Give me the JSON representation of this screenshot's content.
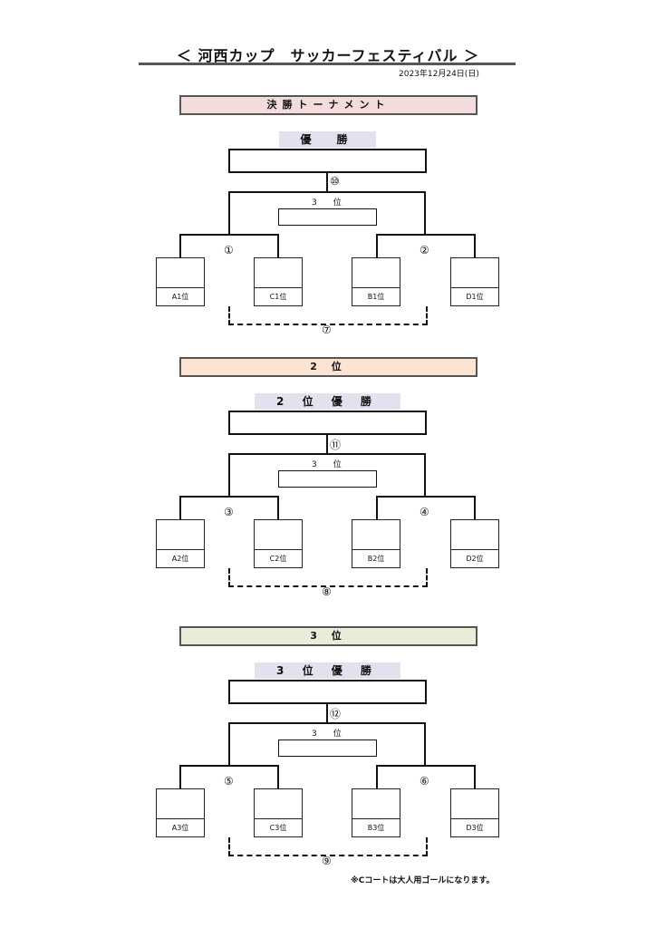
{
  "title": "＜ 河西カップ　サッカーフェスティバル ＞",
  "date": "2023年12月24日(日)",
  "sections": [
    {
      "header": "決勝トーナメント",
      "header_color": "#f2dcdc",
      "winner_label": "優　勝",
      "final_no": "⑩",
      "third_label": "3　　位",
      "semi_left": "①",
      "semi_right": "②",
      "third_match": "⑦",
      "teams": [
        "A1位",
        "C1位",
        "B1位",
        "D1位"
      ]
    },
    {
      "header": "2 位",
      "header_color": "#fce4d2",
      "winner_label": "2 位 優 勝",
      "final_no": "⑪",
      "third_label": "3　　位",
      "semi_left": "③",
      "semi_right": "④",
      "third_match": "⑧",
      "teams": [
        "A2位",
        "C2位",
        "B2位",
        "D2位"
      ]
    },
    {
      "header": "3 位",
      "header_color": "#e8ecd9",
      "winner_label": "3 位 優 勝",
      "final_no": "⑫",
      "third_label": "3　　位",
      "semi_left": "⑤",
      "semi_right": "⑥",
      "third_match": "⑨",
      "teams": [
        "A3位",
        "C3位",
        "B3位",
        "D3位"
      ]
    }
  ],
  "note": "※Cコートは大人用ゴールになります。"
}
